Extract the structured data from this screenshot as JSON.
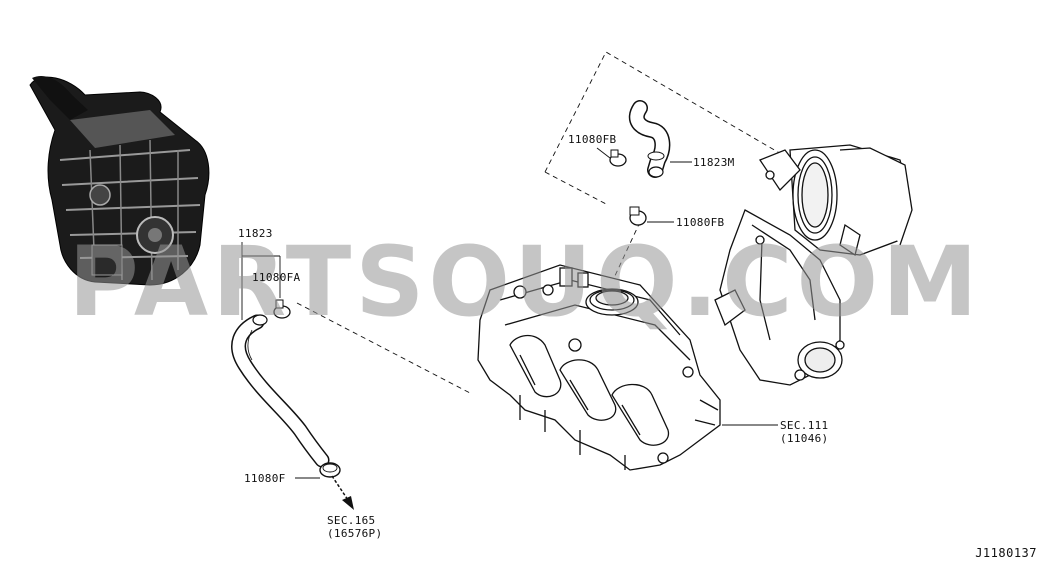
{
  "labels": {
    "part_11823": "11823",
    "part_11080fa": "11080FA",
    "part_11080fb_top": "11080FB",
    "part_11823m": "11823M",
    "part_11080fb_mid": "11080FB",
    "part_11080f": "11080F",
    "sec_111": "SEC.111",
    "sec_111_ref": "(11046)",
    "sec_165": "SEC.165",
    "sec_165_ref": "(16576P)"
  },
  "watermark": "PARTSOUQ.COM",
  "diagram_code": "J1180137",
  "icons": [
    "engine-thumbnail-icon",
    "intake-manifold-icon",
    "throttle-body-icon",
    "hose-icon",
    "clamp-icon"
  ]
}
